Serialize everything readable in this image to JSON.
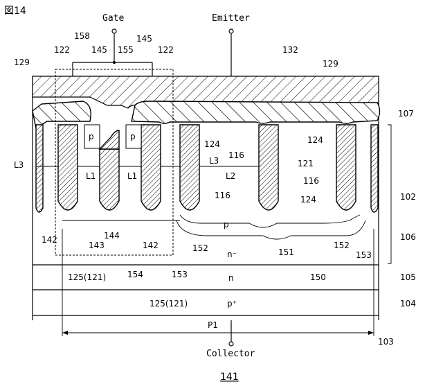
{
  "figure": {
    "title": "図14",
    "number": "141"
  },
  "terminals": {
    "gate": "Gate",
    "emitter": "Emitter",
    "collector": "Collector"
  },
  "regions": {
    "p_base": "p",
    "n_minus": "n⁻",
    "n": "n",
    "p_plus": "p⁺",
    "p_left_1": "p",
    "p_left_2": "p"
  },
  "refs": {
    "r129a": "129",
    "r122a": "122",
    "r158": "158",
    "r145a": "145",
    "r155": "155",
    "r145b": "145",
    "r122b": "122",
    "r132": "132",
    "r129b": "129",
    "r107": "107",
    "r124a": "124",
    "r124b": "124",
    "r116a": "116",
    "r121a": "121",
    "r116b": "116",
    "r116c": "116",
    "r124c": "124",
    "r102": "102",
    "r142a": "142",
    "r143": "143",
    "r144": "144",
    "r142b": "142",
    "r152a": "152",
    "r151": "151",
    "r152b": "152",
    "r153a": "153",
    "r106": "106",
    "r125a": "125(121)",
    "r154": "154",
    "r153b": "153",
    "r150": "150",
    "r105": "105",
    "r125b": "125(121)",
    "r104": "104",
    "r103": "103"
  },
  "dimensions": {
    "L3a": "L3",
    "L3b": "L3",
    "L1a": "L1",
    "L1b": "L1",
    "L2": "L2",
    "P1": "P1"
  }
}
